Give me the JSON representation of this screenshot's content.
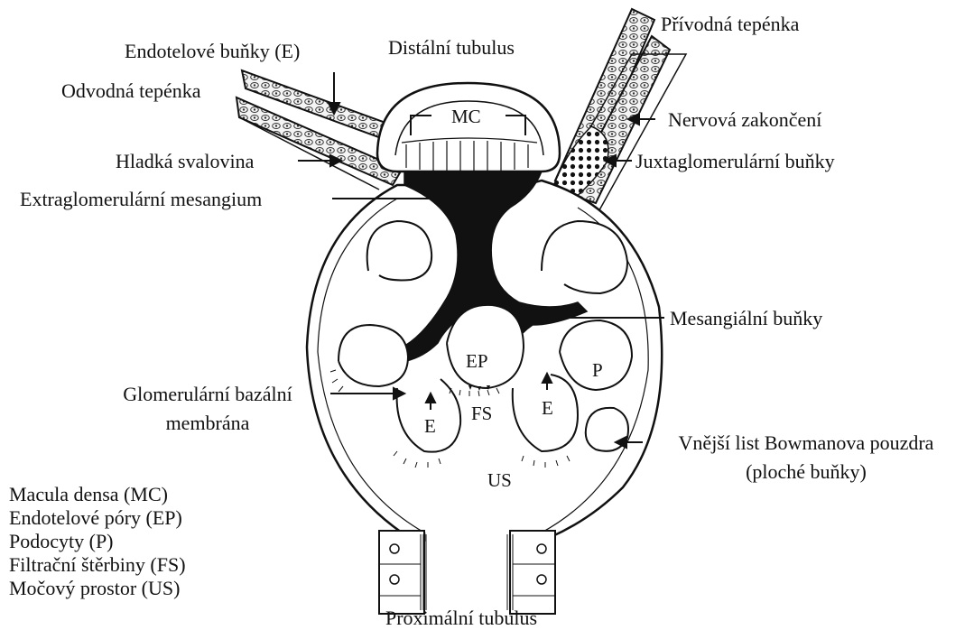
{
  "labels": {
    "distal_tubule": "Distální tubulus",
    "afferent_arteriole": "Přívodná tepénka",
    "endothelial_cells": "Endotelové buňky (E)",
    "efferent_arteriole": "Odvodná tepénka",
    "nerve_endings": "Nervová zakončení",
    "smooth_muscle": "Hladká svalovina",
    "juxtaglomerular_cells": "Juxtaglomerulární buňky",
    "extraglomerular_mesangium": "Extraglomerulární mesangium",
    "mesangial_cells": "Mesangiální buňky",
    "gbm_line1": "Glomerulární bazální",
    "gbm_line2": "membrána",
    "bowman_line1": "Vnější list Bowmanova pouzdra",
    "bowman_line2": "(ploché buňky)",
    "proximal_tubule": "Proximální tubulus"
  },
  "inner_labels": {
    "mc": "MC",
    "ep": "EP",
    "p": "P",
    "e_left": "E",
    "e_right": "E",
    "fs": "FS",
    "us": "US"
  },
  "legend": [
    "Macula densa (MC)",
    "Endotelové póry (EP)",
    "Podocyty (P)",
    "Filtrační štěrbiny (FS)",
    "Močový prostor (US)"
  ]
}
